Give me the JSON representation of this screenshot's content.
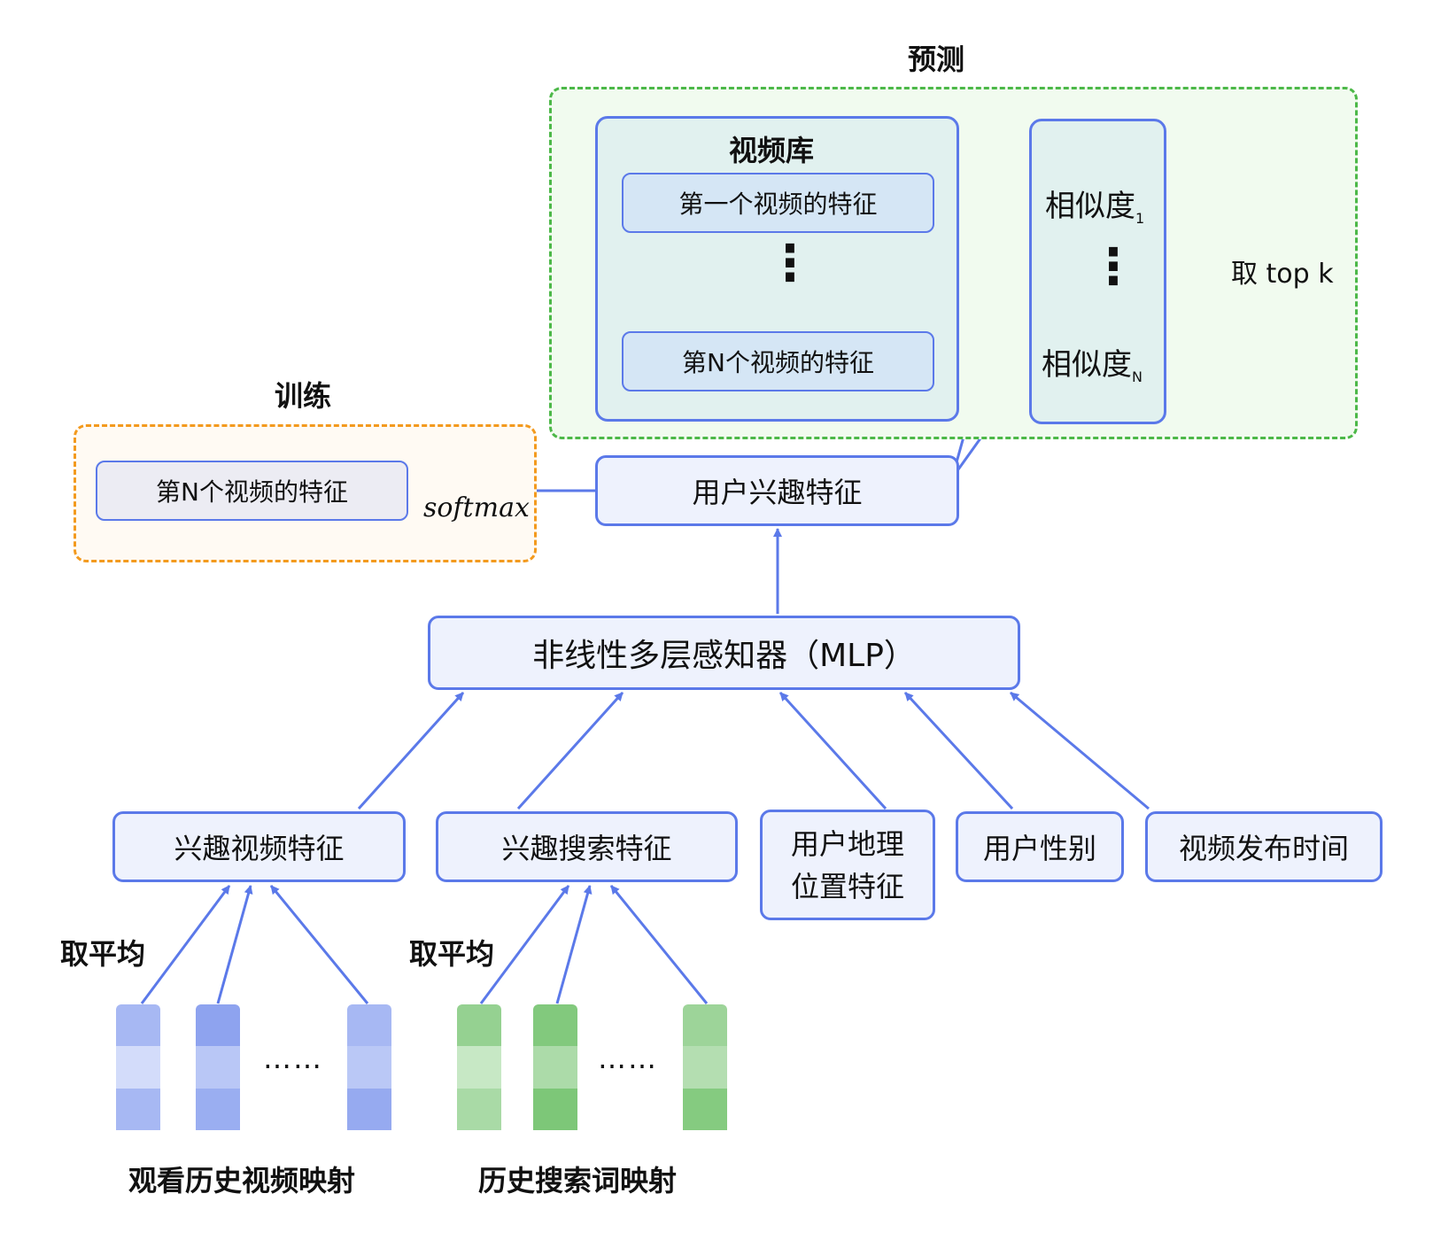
{
  "predict": {
    "title": "预测",
    "library_title": "视频库",
    "first_feature": "第一个视频的特征",
    "dots_v": "⋮",
    "nth_feature": "第N个视频的特征",
    "similarity": "相似度",
    "sub_1": "1",
    "sub_n": "N",
    "top_k": "取 top k"
  },
  "train": {
    "title": "训练",
    "nth_feature": "第N个视频的特征",
    "softmax": "softmax"
  },
  "user_interest": "用户兴趣特征",
  "mlp": "非线性多层感知器（MLP）",
  "features": {
    "video_interest": "兴趣视频特征",
    "search_interest": "兴趣搜索特征",
    "geo": "用户地理位置特征",
    "gender": "用户性别",
    "publish_time": "视频发布时间"
  },
  "avg_label": "取平均",
  "ellipsis": "……",
  "bottom": {
    "watch_history": "观看历史视频映射",
    "search_history": "历史搜索词映射"
  },
  "colors": {
    "accent": "#5b79e9",
    "box_fill": "#eef2fd",
    "predict_border": "#4cb848",
    "predict_fill": "#f1fbef",
    "train_border": "#f39a1e",
    "train_fill": "#fffaf3",
    "library_fill": "#e1f1ef",
    "feature_fill": "#d5e6f5",
    "train_feature_fill": "#ececf3"
  }
}
